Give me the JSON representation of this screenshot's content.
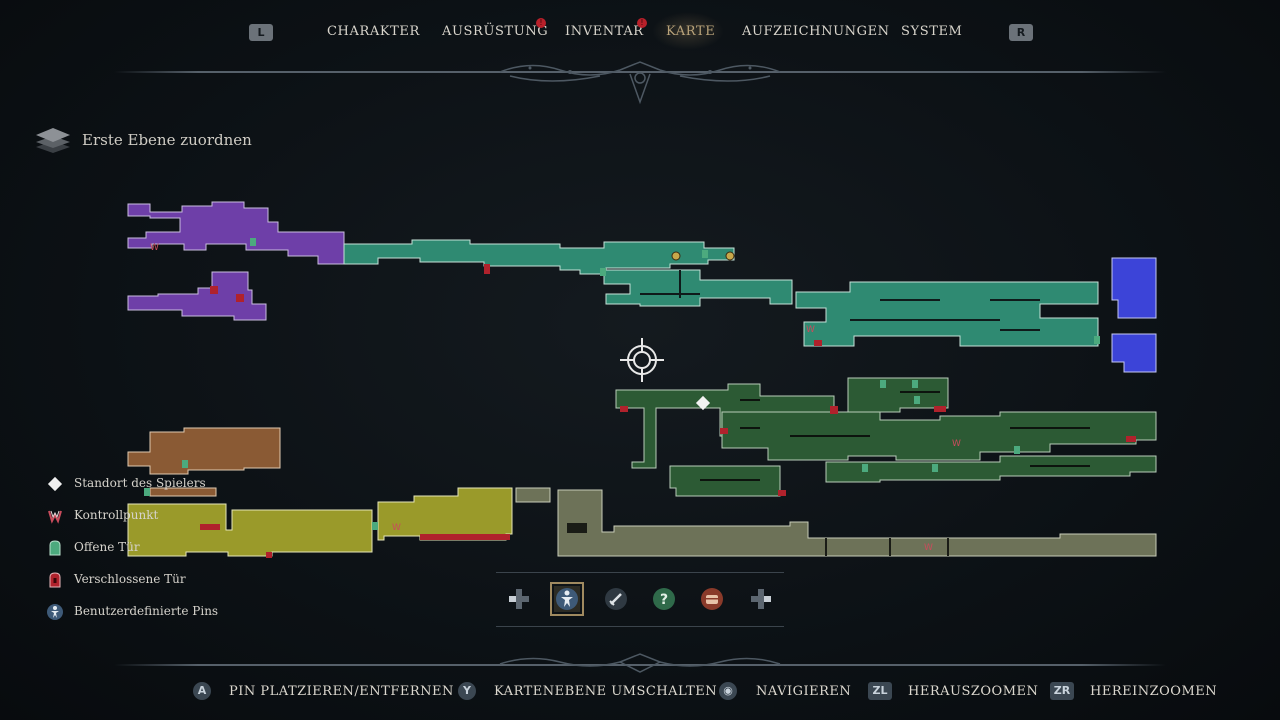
{
  "nav": {
    "left_shoulder": "L",
    "right_shoulder": "R",
    "tabs": [
      {
        "label": "CHARAKTER",
        "notification": false,
        "active": false
      },
      {
        "label": "AUSRÜSTUNG",
        "notification": true,
        "active": false
      },
      {
        "label": "INVENTAR",
        "notification": true,
        "active": false
      },
      {
        "label": "KARTE",
        "notification": false,
        "active": true
      },
      {
        "label": "AUFZEICHNUNGEN",
        "notification": false,
        "active": false
      },
      {
        "label": "SYSTEM",
        "notification": false,
        "active": false
      }
    ],
    "notification_glyph": "!"
  },
  "layer": {
    "label": "Erste Ebene zuordnen",
    "icon": "layers-icon"
  },
  "map": {
    "region_colors": {
      "purple": "#6e3fa8",
      "teal": "#2f8a72",
      "blue": "#3c44d8",
      "green": "#2c5a34",
      "brown": "#8a5a34",
      "olive": "#9a9a2a",
      "gray": "#6d7258"
    },
    "locked_door_color": "#b0222c",
    "open_door_color": "#4caa7e"
  },
  "legend": {
    "items": [
      {
        "label": "Standort des Spielers",
        "icon": "player-location-icon"
      },
      {
        "label": "Kontrollpunkt",
        "icon": "checkpoint-icon"
      },
      {
        "label": "Offene Tür",
        "icon": "open-door-icon"
      },
      {
        "label": "Verschlossene Tür",
        "icon": "locked-door-icon"
      },
      {
        "label": "Benutzerdefinierte Pins",
        "icon": "custom-pin-icon"
      }
    ]
  },
  "filters": {
    "items": [
      {
        "icon": "dpad-left-icon",
        "selected": false
      },
      {
        "icon": "custom-pin-filter-icon",
        "selected": true
      },
      {
        "icon": "sword-filter-icon",
        "selected": false
      },
      {
        "icon": "question-filter-icon",
        "selected": false
      },
      {
        "icon": "chest-filter-icon",
        "selected": false
      },
      {
        "icon": "dpad-right-icon",
        "selected": false
      }
    ]
  },
  "hints": [
    {
      "button": "A",
      "label": "PIN PLATZIEREN/ENTFERNEN"
    },
    {
      "button": "Y",
      "label": "KARTENEBENE UMSCHALTEN"
    },
    {
      "button": "◉",
      "label": "NAVIGIEREN"
    },
    {
      "button": "ZL",
      "label": "HERAUSZOOMEN"
    },
    {
      "button": "ZR",
      "label": "HEREINZOOMEN"
    }
  ]
}
